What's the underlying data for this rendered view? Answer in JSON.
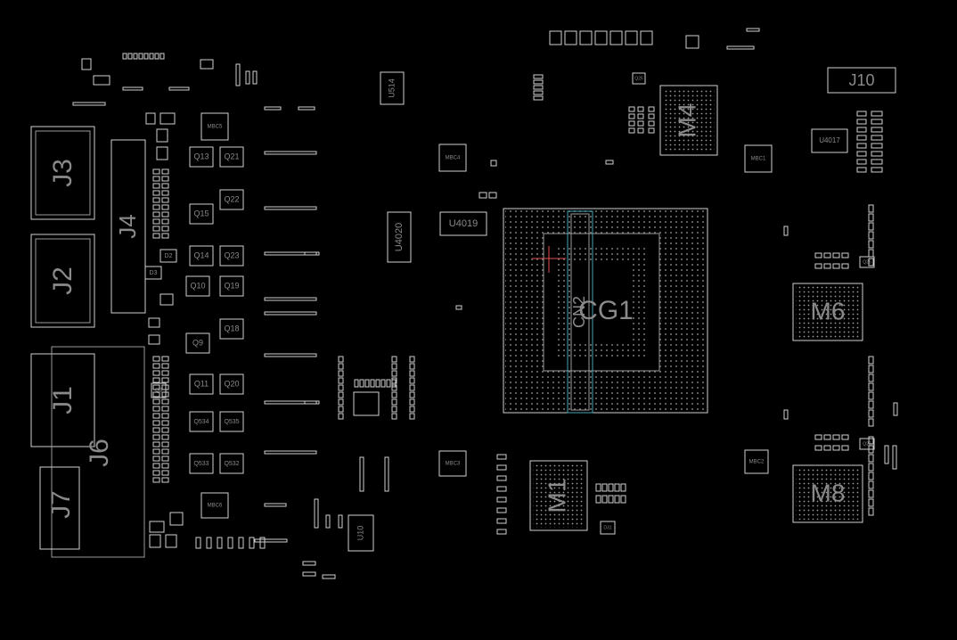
{
  "diagram": {
    "background": "#000000",
    "outline_color": "#d0d0d0",
    "label_color": "#8a8a8a",
    "highlight_color": "#4aa3b4",
    "cursor_color": "#e05050",
    "labels": {
      "J10": "J10",
      "J3": "J3",
      "J2": "J2",
      "J1": "J1",
      "J4": "J4",
      "J6": "J6",
      "J7": "J7",
      "M4": "M4",
      "M6": "M6",
      "M8": "M8",
      "M1": "M1",
      "CG1": "CG1",
      "CN2": "CN2",
      "U514": "U514",
      "U4019": "U4019",
      "U4020": "U4020",
      "U4017": "U4017",
      "U10": "U10",
      "MBC1": "MBC1",
      "MBC2": "MBC2",
      "MBC3": "MBC3",
      "MBC4": "MBC4",
      "MBC5": "MBC5",
      "MBC6": "MBC6",
      "Q13": "Q13",
      "Q21": "Q21",
      "Q15": "Q15",
      "Q22": "Q22",
      "Q14": "Q14",
      "Q23": "Q23",
      "Q10": "Q10",
      "Q19": "Q19",
      "Q9": "Q9",
      "Q18": "Q18",
      "Q11": "Q11",
      "Q20": "Q20",
      "Q534": "Q534",
      "Q535": "Q535",
      "Q533": "Q533",
      "Q532": "Q532",
      "D2": "D2",
      "D3": "D3",
      "Q3": "Q3",
      "Q25": "Q25",
      "Q26": "Q26",
      "Q27": "Q27",
      "D31": "D31"
    }
  }
}
